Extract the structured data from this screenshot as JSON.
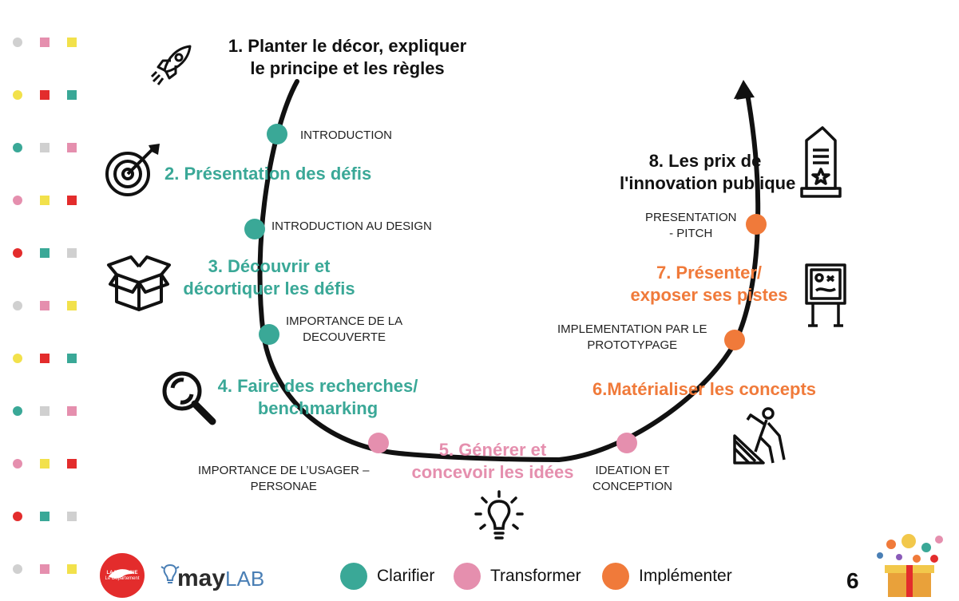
{
  "colors": {
    "clarifier": "#3aa897",
    "transformer": "#e58fae",
    "implementer": "#f07a3a",
    "line": "#111111"
  },
  "steps": [
    {
      "line1": "1. Planter le décor, expliquer",
      "line2": "le principe et les règles",
      "phase": "neutral",
      "icon": "rocket-icon"
    },
    {
      "line1": "2. Présentation des défis",
      "line2": "",
      "phase": "clarifier",
      "icon": "target-icon"
    },
    {
      "line1": "3. Découvrir et",
      "line2": "décortiquer les défis",
      "phase": "clarifier",
      "icon": "box-icon"
    },
    {
      "line1": "4. Faire des recherches/",
      "line2": "benchmarking",
      "phase": "clarifier",
      "icon": "magnifier-icon"
    },
    {
      "line1": "5. Générer et",
      "line2": "concevoir les idées",
      "phase": "transformer",
      "icon": "lightbulb-icon"
    },
    {
      "line1": "6.Matérialiser les concepts",
      "line2": "",
      "phase": "implementer",
      "icon": "builder-icon"
    },
    {
      "line1": "7. Présenter/",
      "line2": "exposer ses pistes",
      "phase": "implementer",
      "icon": "board-icon"
    },
    {
      "line1": "8. Les prix de",
      "line2": "l'innovation publique",
      "phase": "neutral",
      "icon": "trophy-icon"
    }
  ],
  "transitions": [
    {
      "line1": "INTRODUCTION",
      "line2": "",
      "phase": "clarifier"
    },
    {
      "line1": "INTRODUCTION AU DESIGN",
      "line2": "",
      "phase": "clarifier"
    },
    {
      "line1": "IMPORTANCE DE LA",
      "line2": "DECOUVERTE",
      "phase": "clarifier"
    },
    {
      "line1": "IMPORTANCE DE L’USAGER –",
      "line2": "PERSONAE",
      "phase": "transformer"
    },
    {
      "line1": "IDEATION ET",
      "line2": "CONCEPTION",
      "phase": "transformer"
    },
    {
      "line1": "IMPLEMENTATION PAR LE",
      "line2": "PROTOTYPAGE",
      "phase": "implementer"
    },
    {
      "line1": "PRESENTATION",
      "line2": "- PITCH",
      "phase": "implementer"
    }
  ],
  "legend": [
    {
      "label": "Clarifier",
      "phase": "clarifier"
    },
    {
      "label": "Transformer",
      "phase": "transformer"
    },
    {
      "label": "Implémenter",
      "phase": "implementer"
    }
  ],
  "logos": {
    "department_line1": "LA MAYENNE",
    "department_line2": "Le Département",
    "lab_prefix": "may",
    "lab_suffix": "LAB"
  },
  "page_number": "6"
}
